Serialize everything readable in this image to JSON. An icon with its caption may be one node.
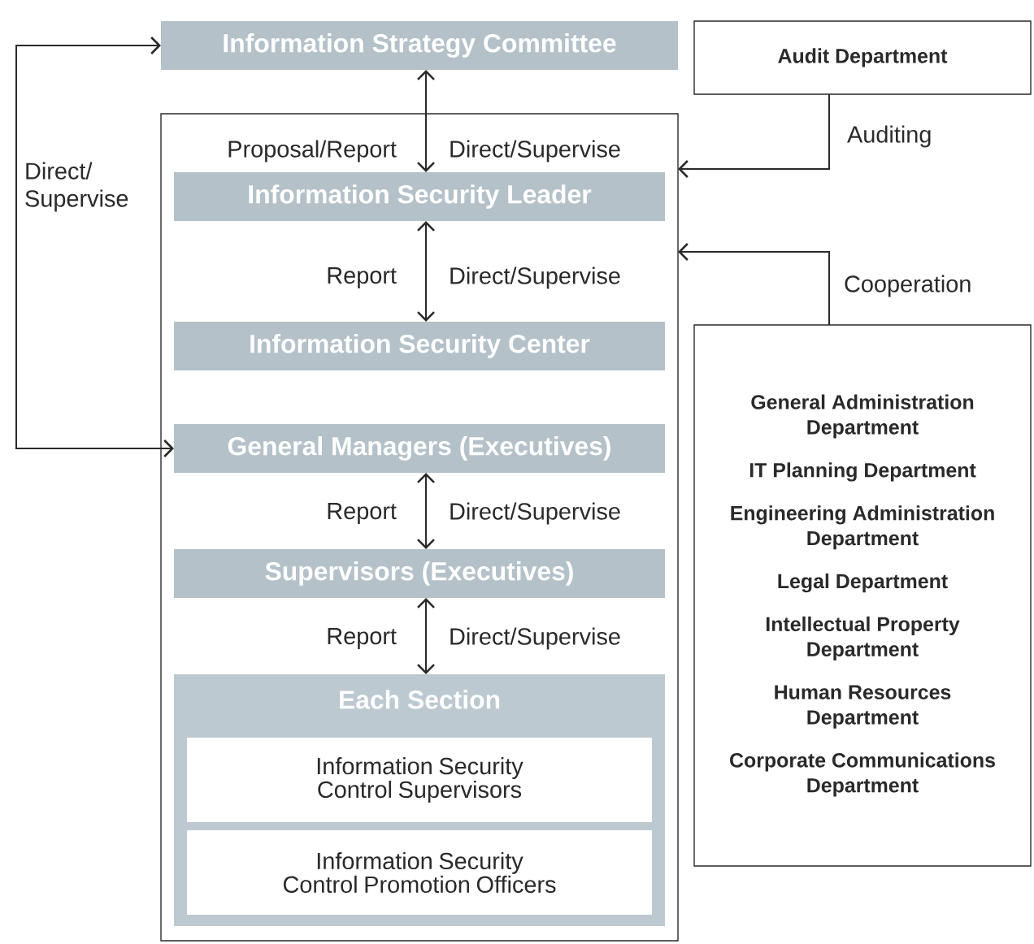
{
  "diagram": {
    "nodes": [
      {
        "text": [
          "Information Strategy Committee"
        ]
      },
      {
        "text": [],
        "shape": "box"
      },
      {
        "text": [
          "Information Security Leader"
        ],
        "in": 1
      },
      {
        "text": [
          "Information Security Center"
        ],
        "in": 1
      },
      {
        "text": [
          "General Managers (Executives)"
        ],
        "in": 1
      },
      {
        "text": [
          "Supervisors (Executives)"
        ],
        "in": 1
      },
      {
        "text": [
          "Each Section"
        ],
        "in": 1
      },
      {
        "text": [
          "Information Security Control Supervisors"
        ],
        "in": 6
      },
      {
        "text": [
          "Information Security Control Promotion Officers"
        ],
        "in": 6
      },
      {
        "text": [
          "Audit Department"
        ]
      },
      {
        "text": [
          "General Administration Department",
          "IT Planning Department",
          "Engineering Administration Department",
          "Legal Department",
          "Intellectual Property Department",
          "Human Resources Department",
          "Corporate Communications Department"
        ]
      }
    ],
    "edges": [
      {
        "from": 0,
        "to": 2,
        "arrow": "both",
        "label": "Proposal/Report"
      },
      {
        "from": 2,
        "to": 3,
        "arrow": "both",
        "label": "Report"
      },
      {
        "from": 4,
        "to": 5,
        "arrow": "both",
        "label": "Report"
      },
      {
        "from": 5,
        "to": 6,
        "arrow": "both",
        "label": "Report"
      },
      {
        "from": 4,
        "to": 0,
        "arrow": "both",
        "label": "Direct/ Supervise"
      },
      {
        "from": 9,
        "to": 1,
        "arrow": "to",
        "label": "Auditing"
      },
      {
        "from": 10,
        "to": 1,
        "arrow": "to",
        "label": "Cooperation"
      }
    ],
    "labels": [
      "Direct/Supervise",
      "Direct/Supervise",
      "Direct/Supervise",
      "Direct/Supervise"
    ]
  }
}
